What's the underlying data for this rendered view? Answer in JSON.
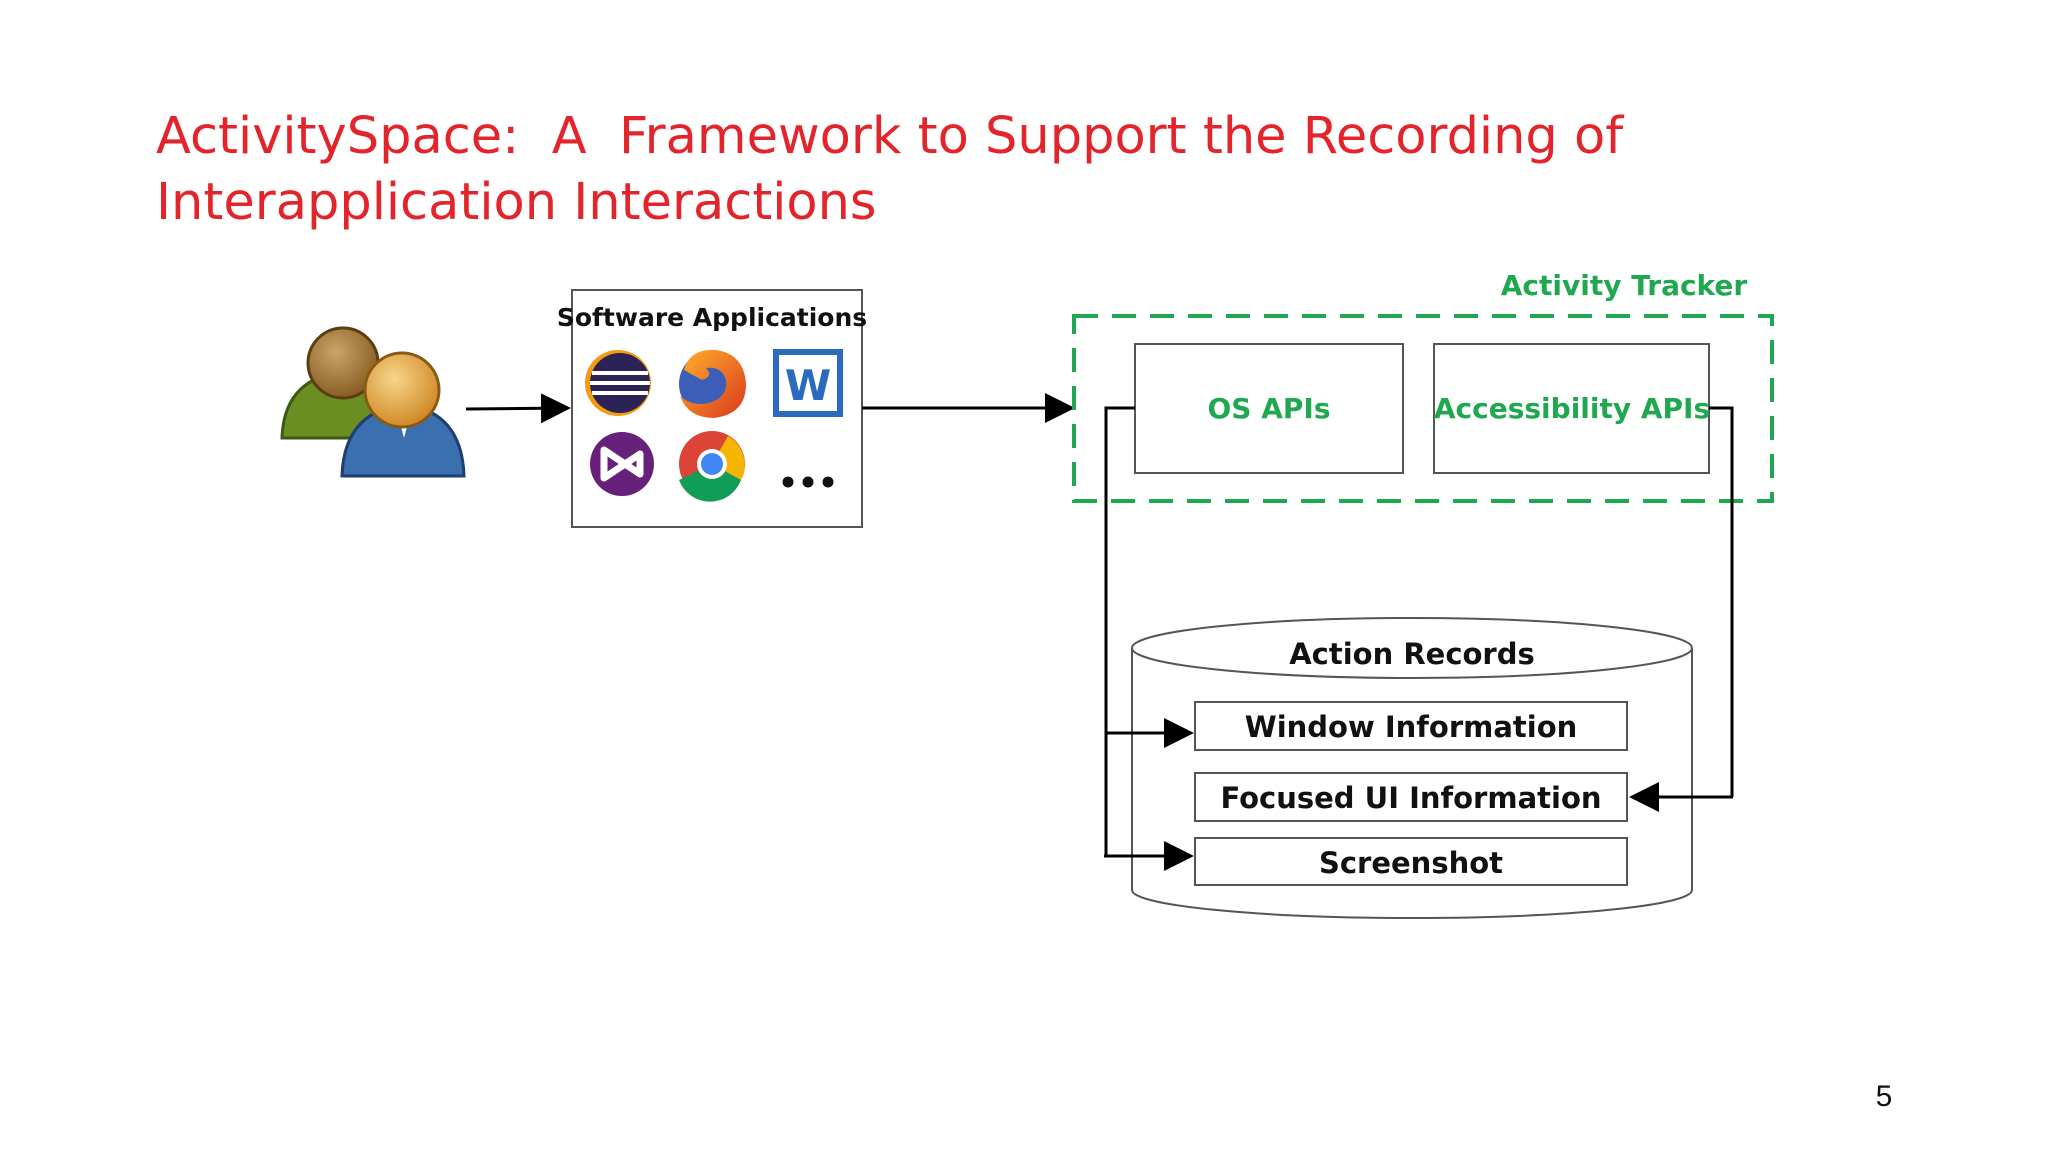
{
  "slide": {
    "title_line1": "ActivitySpace:  A  Framework to Support the Recording of",
    "title_line2": "Interapplication Interactions",
    "page_number": "5"
  },
  "software_box": {
    "title": "Software Applications",
    "icons": [
      "eclipse-icon",
      "firefox-icon",
      "word-icon",
      "visual-studio-icon",
      "chrome-icon",
      "ellipsis-icon"
    ],
    "word_letter": "W"
  },
  "activity_tracker": {
    "label": "Activity Tracker",
    "os_apis": "OS APIs",
    "accessibility_apis": "Accessibility APIs"
  },
  "action_records": {
    "title": "Action Records",
    "items": [
      "Window Information",
      "Focused UI Information",
      "Screenshot"
    ]
  },
  "colors": {
    "title": "#e3242b",
    "tracker": "#1fa84f",
    "box_border": "#555555"
  }
}
